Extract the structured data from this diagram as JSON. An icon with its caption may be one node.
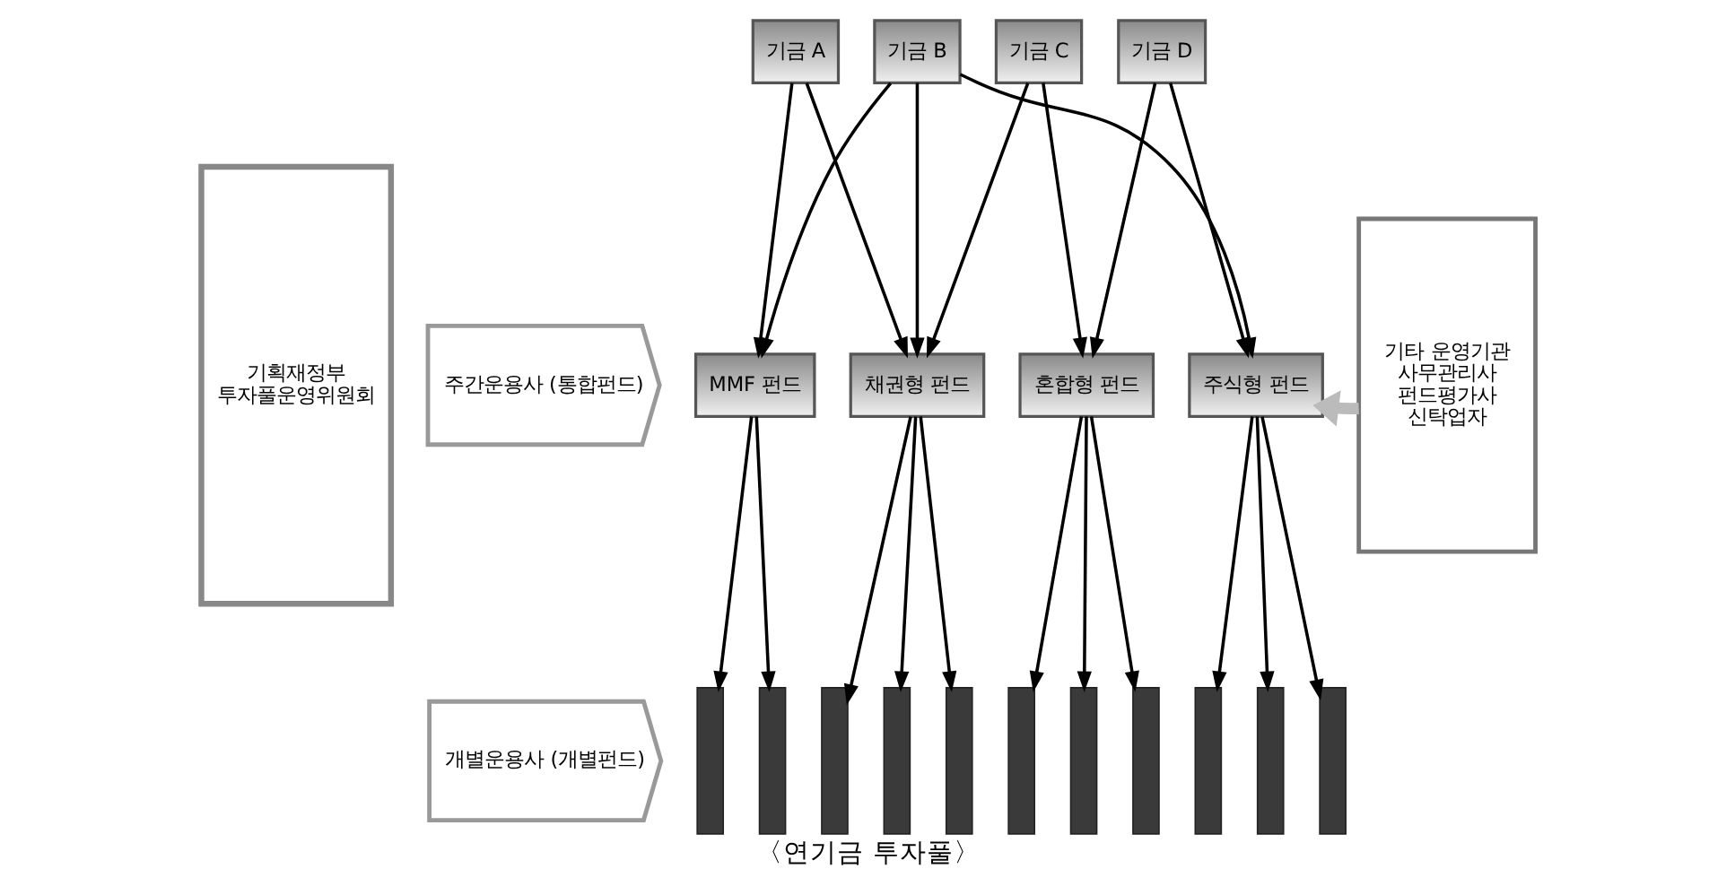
{
  "diagram": {
    "caption": "〈연기금 투자풀〉",
    "nodes": [
      {
        "text": [
          "기획재정부",
          "투자풀운영위원회"
        ]
      },
      {
        "text": [
          "기금 A"
        ]
      },
      {
        "text": [
          "기금 B"
        ]
      },
      {
        "text": [
          "기금 C"
        ]
      },
      {
        "text": [
          "기금 D"
        ]
      },
      {
        "text": [
          "주간운용사 (통합펀드)"
        ]
      },
      {
        "text": [
          "MMF 펀드"
        ]
      },
      {
        "text": [
          "채권형 펀드"
        ]
      },
      {
        "text": [
          "혼합형 펀드"
        ]
      },
      {
        "text": [
          "주식형 펀드"
        ]
      },
      {
        "text": [
          "기타 운영기관",
          "사무관리사",
          "펀드평가사",
          "신탁업자"
        ]
      },
      {
        "text": [
          "개별운용사 (개별펀드)"
        ]
      },
      {
        "text": [],
        "shape": "bar"
      },
      {
        "text": [],
        "shape": "bar"
      },
      {
        "text": [],
        "shape": "bar"
      },
      {
        "text": [],
        "shape": "bar"
      },
      {
        "text": [],
        "shape": "bar"
      },
      {
        "text": [],
        "shape": "bar"
      },
      {
        "text": [],
        "shape": "bar"
      },
      {
        "text": [],
        "shape": "bar"
      },
      {
        "text": [],
        "shape": "bar"
      },
      {
        "text": [],
        "shape": "bar"
      },
      {
        "text": [],
        "shape": "bar"
      }
    ],
    "edges": [
      {
        "from": 1,
        "to": 6,
        "arrow": "to"
      },
      {
        "from": 1,
        "to": 7,
        "arrow": "to"
      },
      {
        "from": 2,
        "to": 6,
        "arrow": "to"
      },
      {
        "from": 2,
        "to": 7,
        "arrow": "to"
      },
      {
        "from": 2,
        "to": 9,
        "arrow": "to"
      },
      {
        "from": 3,
        "to": 7,
        "arrow": "to"
      },
      {
        "from": 3,
        "to": 8,
        "arrow": "to"
      },
      {
        "from": 4,
        "to": 8,
        "arrow": "to"
      },
      {
        "from": 4,
        "to": 9,
        "arrow": "to"
      },
      {
        "from": 10,
        "to": 9,
        "arrow": "to",
        "style": "thick",
        "color": "#bbbbbb"
      },
      {
        "from": 6,
        "to": 12,
        "arrow": "to"
      },
      {
        "from": 6,
        "to": 13,
        "arrow": "to"
      },
      {
        "from": 7,
        "to": 14,
        "arrow": "to"
      },
      {
        "from": 7,
        "to": 15,
        "arrow": "to"
      },
      {
        "from": 7,
        "to": 16,
        "arrow": "to"
      },
      {
        "from": 8,
        "to": 17,
        "arrow": "to"
      },
      {
        "from": 8,
        "to": 18,
        "arrow": "to"
      },
      {
        "from": 8,
        "to": 19,
        "arrow": "to"
      },
      {
        "from": 9,
        "to": 20,
        "arrow": "to"
      },
      {
        "from": 9,
        "to": 21,
        "arrow": "to"
      },
      {
        "from": 9,
        "to": 22,
        "arrow": "to"
      }
    ]
  }
}
